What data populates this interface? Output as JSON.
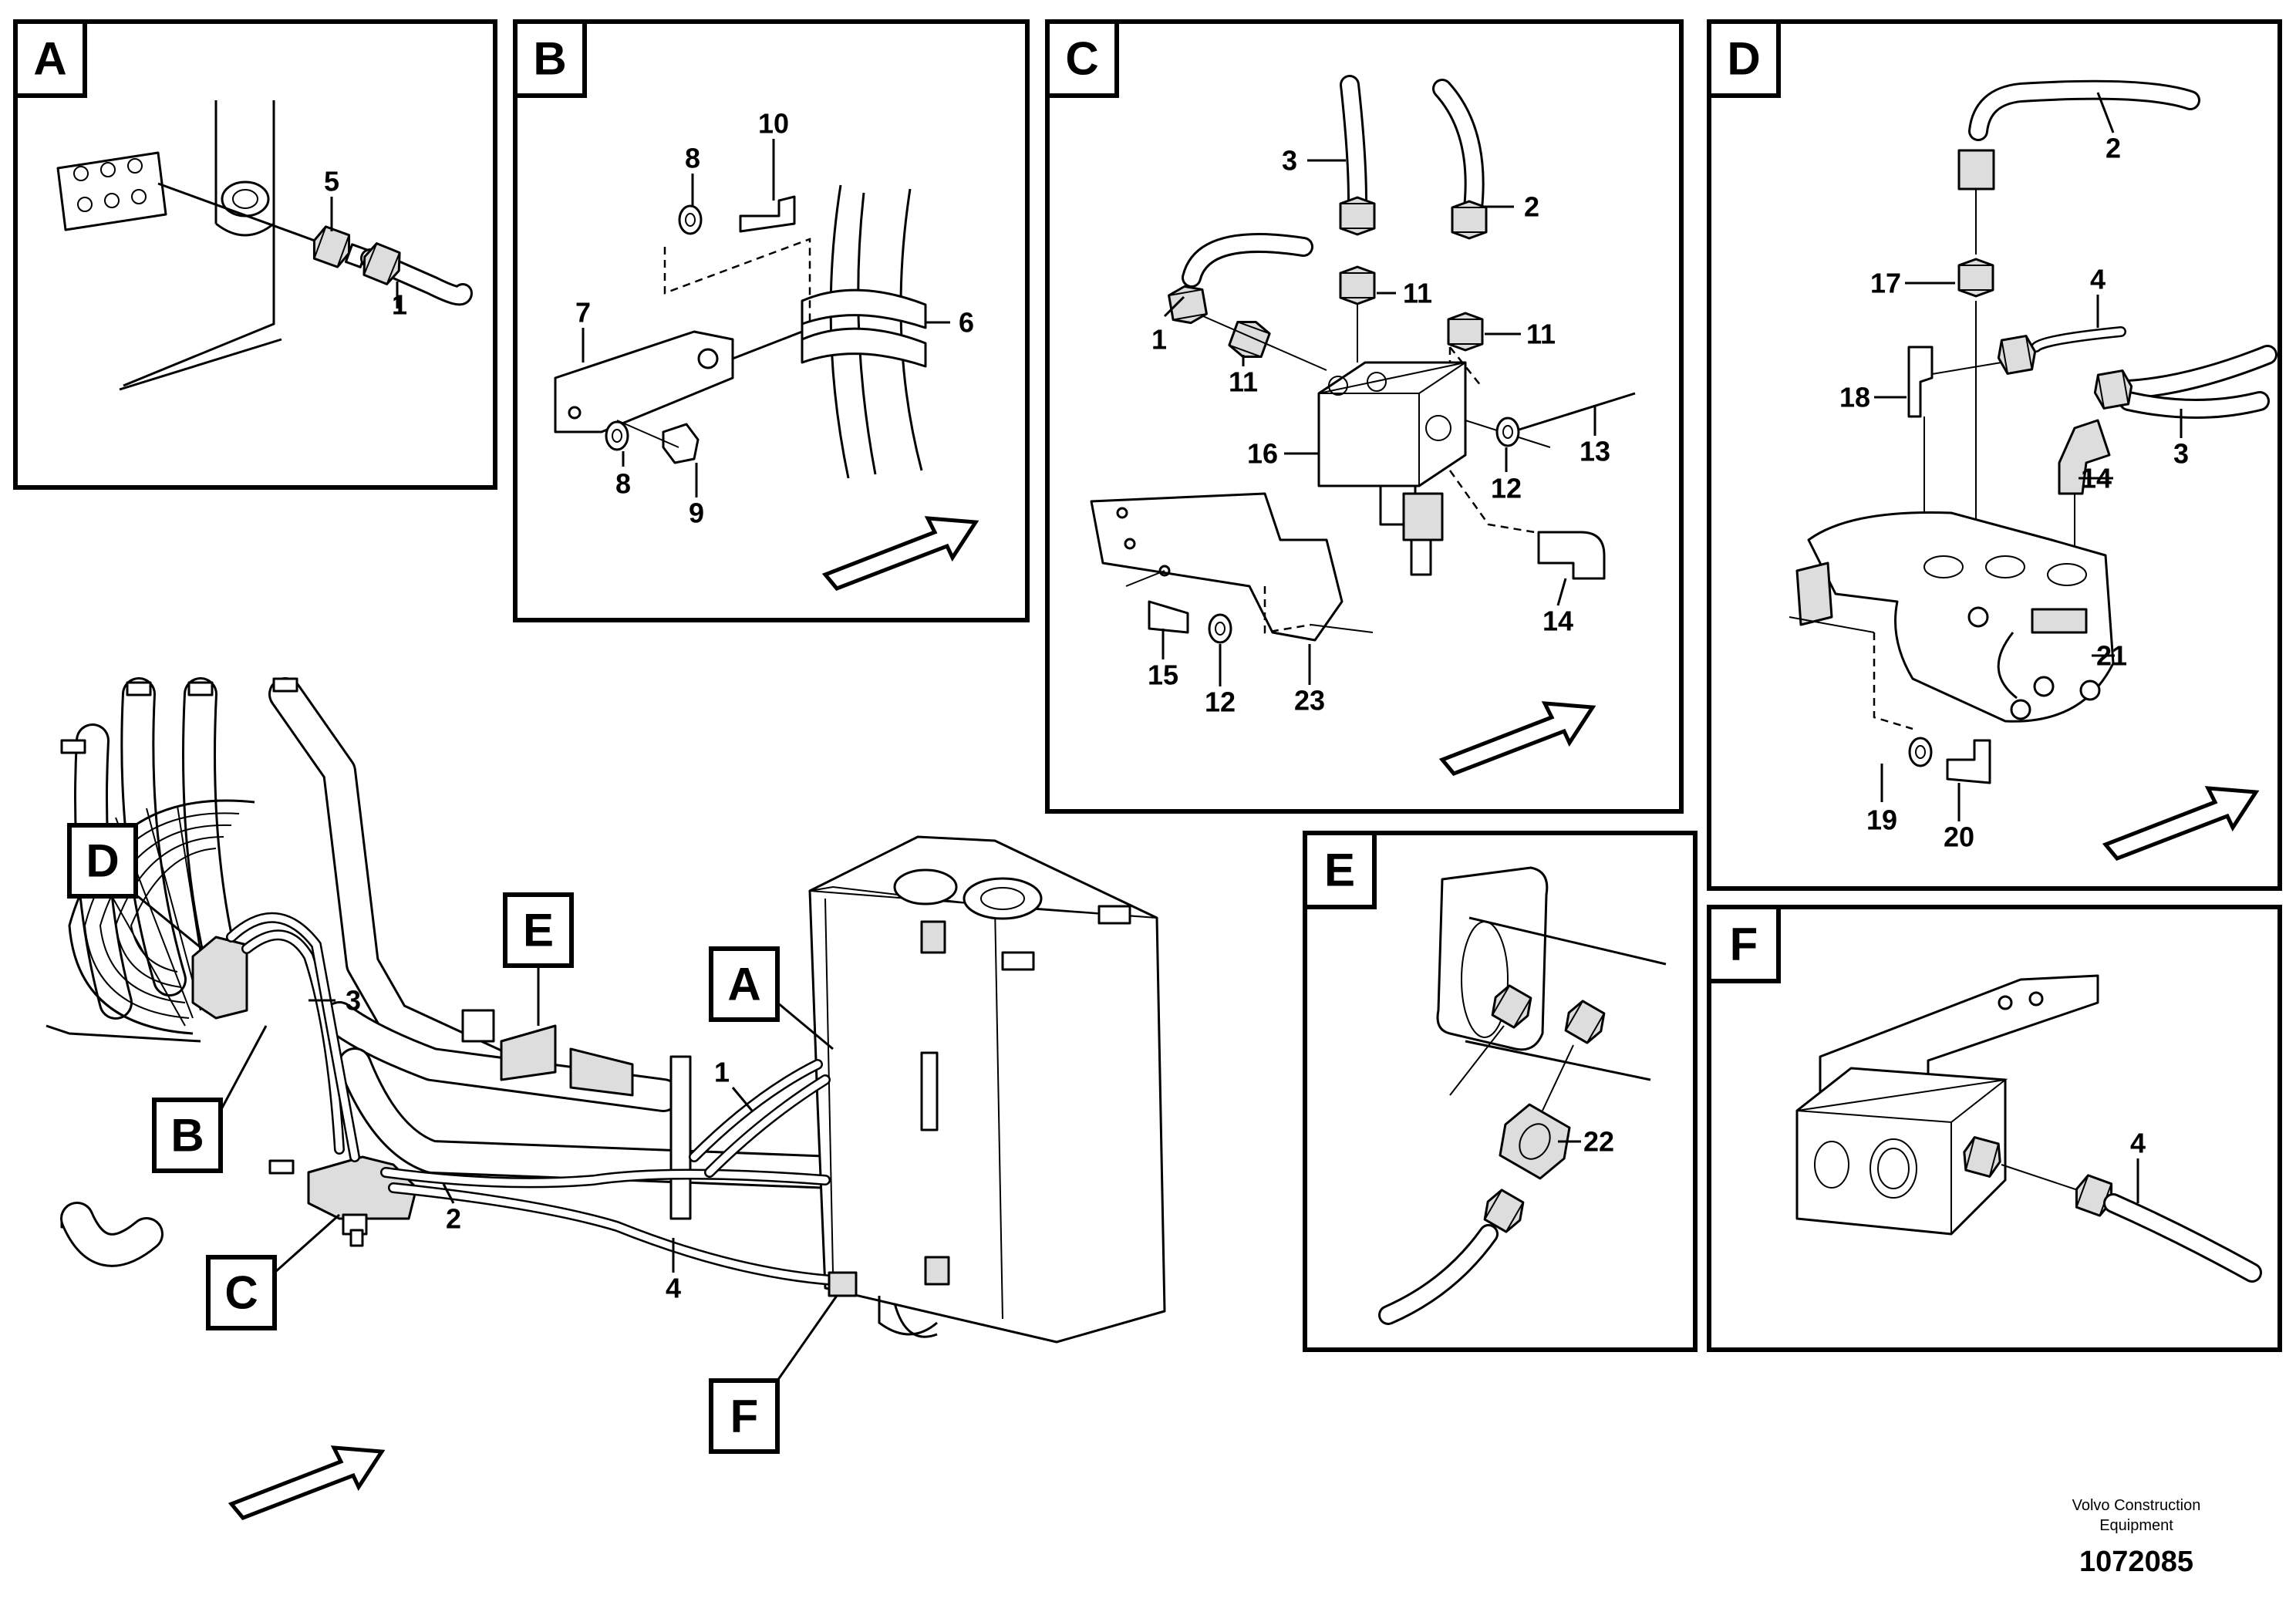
{
  "panels": {
    "A": {
      "label": "A",
      "parts": [
        "5",
        "1"
      ]
    },
    "B": {
      "label": "B",
      "parts": [
        "10",
        "8",
        "7",
        "6",
        "8",
        "9"
      ]
    },
    "C": {
      "label": "C",
      "parts": [
        "3",
        "2",
        "11",
        "11",
        "1",
        "11",
        "16",
        "13",
        "12",
        "14",
        "15",
        "12",
        "23"
      ]
    },
    "D": {
      "label": "D",
      "parts": [
        "2",
        "17",
        "4",
        "18",
        "14",
        "3",
        "21",
        "19",
        "20"
      ]
    },
    "E": {
      "label": "E",
      "parts": [
        "22"
      ]
    },
    "F": {
      "label": "F",
      "parts": [
        "4"
      ]
    }
  },
  "overview": {
    "callouts": [
      "D",
      "E",
      "A",
      "B",
      "C",
      "F"
    ],
    "parts": [
      "3",
      "1",
      "2",
      "4"
    ]
  },
  "footer": {
    "brand_line1": "Volvo Construction",
    "brand_line2": "Equipment",
    "doc_number": "1072085"
  }
}
